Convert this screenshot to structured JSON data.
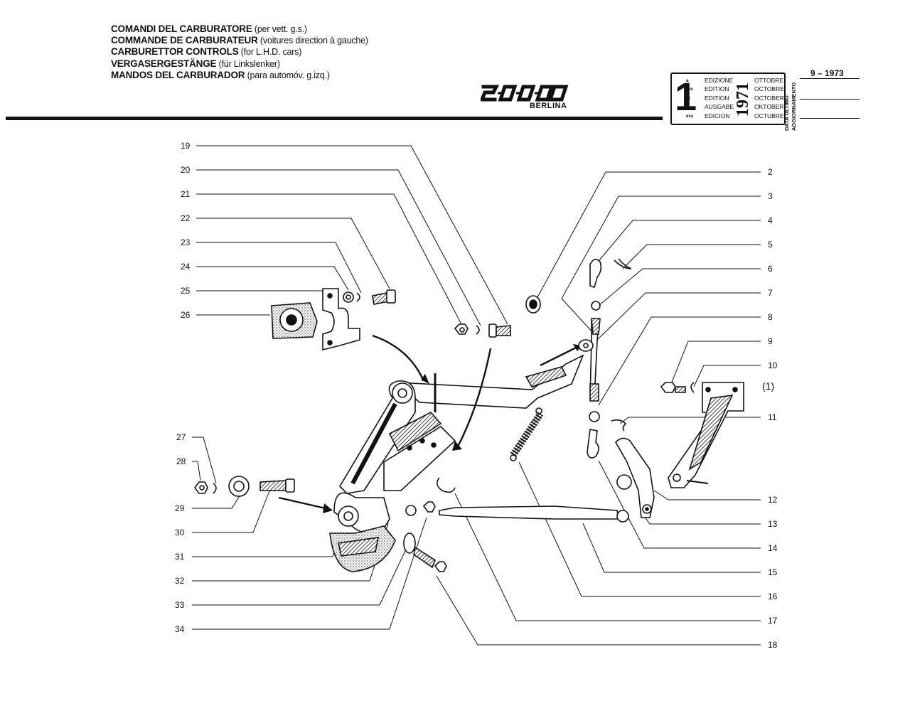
{
  "header": {
    "titles": [
      {
        "main": "COMANDI DEL CARBURATORE",
        "sub": " (per vett. g.s.)"
      },
      {
        "main": "COMMANDE DE CARBURATEUR",
        "sub": " (voitures direction à gauche)"
      },
      {
        "main": "CARBURETTOR CONTROLS",
        "sub": " (for L.H.D. cars)"
      },
      {
        "main": "VERGASERGESTÄNGE",
        "sub": " (für Linkslenker)"
      },
      {
        "main": "MANDOS DEL CARBURADOR",
        "sub": " (para automóv. g.izq.)"
      }
    ],
    "model_logo": "2000",
    "model_subtitle": "BERLINA"
  },
  "edition_box": {
    "number": "1",
    "ordinals": [
      "a",
      "ere",
      "st",
      ".",
      "era"
    ],
    "words": [
      "EDIZIONE",
      "EDITION",
      "EDITION",
      "AUSGABE",
      "EDICION"
    ],
    "year": "1971",
    "months": [
      "OTTOBRE",
      "OCTOBRE",
      "OCTOBER",
      "OKTOBER",
      "OCTUBRE"
    ]
  },
  "update": {
    "label_lines": [
      "DATA ULTIMO",
      "AGGIORNAMENTO"
    ],
    "dates": [
      "9 – 1973",
      "",
      "",
      ""
    ]
  },
  "callouts": {
    "left": [
      "19",
      "20",
      "21",
      "22",
      "23",
      "24",
      "25",
      "26",
      "27",
      "28",
      "29",
      "30",
      "31",
      "32",
      "33",
      "34"
    ],
    "right": [
      "2",
      "3",
      "4",
      "5",
      "6",
      "7",
      "8",
      "9",
      "10",
      "(1)",
      "11",
      "12",
      "13",
      "14",
      "15",
      "16",
      "17",
      "18"
    ]
  },
  "colors": {
    "ink": "#111111",
    "paper": "#ffffff"
  }
}
